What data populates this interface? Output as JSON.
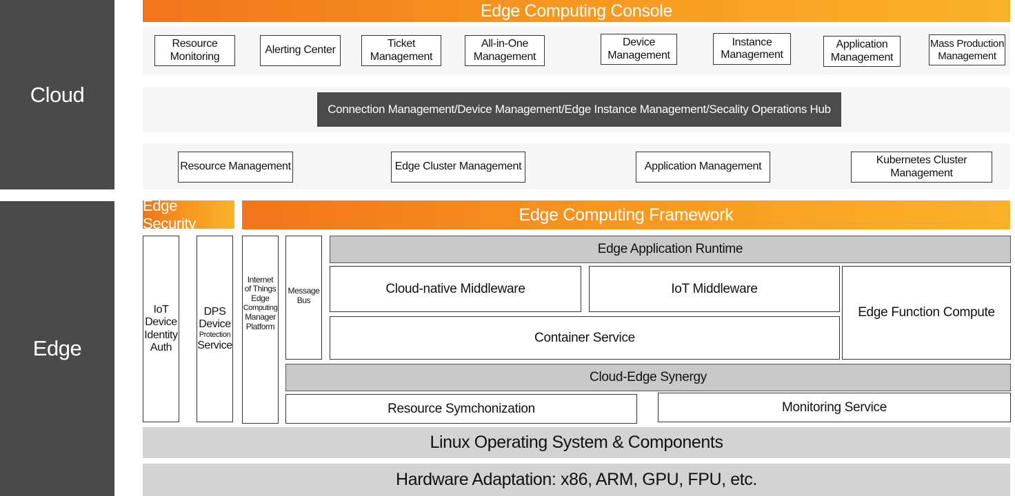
{
  "layers": {
    "cloud_label": "Cloud",
    "edge_label": "Edge"
  },
  "console": {
    "title": "Edge Computing Console",
    "modules": [
      "Resource Monitoring",
      "Alerting Center",
      "Ticket Management",
      "All-in-One Management",
      "Device Management",
      "Instance Management",
      "Application Management",
      "Mass Production Management"
    ]
  },
  "hub": {
    "label": "Connection Management/Device Management/Edge Instance Management/Secality Operations Hub"
  },
  "management": {
    "items": [
      "Resource Management",
      "Edge Cluster Management",
      "Application Management",
      "Kubernetes Cluster Management"
    ]
  },
  "edge_security": {
    "title": "Edge Security",
    "iot_auth": [
      "IoT",
      "Device",
      "Identity",
      "Auth"
    ],
    "dps": [
      "DPS",
      "Device",
      "Protection",
      "Service"
    ]
  },
  "framework": {
    "title": "Edge Computing Framework",
    "platform": [
      "Internet",
      "of Things",
      "Edge",
      "Computing",
      "Manager",
      "Platform"
    ],
    "message_bus": [
      "Message",
      "Bus"
    ],
    "runtime": "Edge Application Runtime",
    "cloud_native": "Cloud-native Middleware",
    "iot_middleware": "IoT Middleware",
    "function_compute": "Edge Function Compute",
    "container": "Container Service",
    "synergy": "Cloud-Edge Synergy",
    "resource_sync": "Resource Symchonization",
    "monitoring": "Monitoring Service"
  },
  "base": {
    "os": "Linux Operating System & Components",
    "hardware": "Hardware Adaptation: x86, ARM, GPU, FPU, etc."
  },
  "colors": {
    "orange_start": "#f2741c",
    "orange_end": "#fbb22a",
    "side_grey": "#4a4a4a",
    "hub_dark": "#4b4b4b",
    "block_grey": "#c9c9c9",
    "base_grey": "#d3d3d3"
  }
}
